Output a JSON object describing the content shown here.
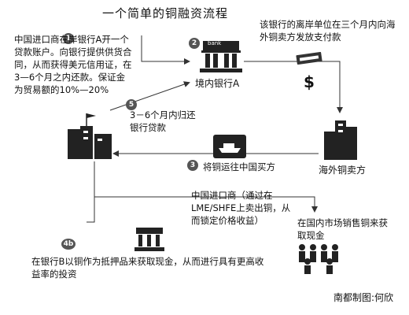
{
  "title": "一个简单的铜融资流程",
  "steps": {
    "s1": {
      "number": "1",
      "text": "中国进口商在岸银行A开一个贷款账户。向银行提供供货合同，从而获得美元信用证，在3—6个月之内还款。保证金为贸易额的10%—20%"
    },
    "s2": {
      "number": "2",
      "text": "该银行的离岸单位在三个月内向海外铜卖方发放支付款"
    },
    "s3": {
      "number": "3",
      "text": "将铜运往中国买方"
    },
    "s5": {
      "number": "5",
      "text": "3－6个月内归还银行贷款"
    },
    "s4b": {
      "number": "4b",
      "text": "在银行B以铜作为抵押品来获取现金，从而进行具有更高收益率的投资"
    },
    "s4a": {
      "text": "在国内市场销售铜来获取现金"
    },
    "lme": {
      "text": "中国进口商（通过在LME/SHFE上卖出铜，从而锁定价格收益）"
    }
  },
  "labels": {
    "bank_a": "境内银行A",
    "bank_sign": "bank",
    "seller": "海外铜卖方",
    "dollar": "$"
  },
  "credit": "南都制图:何欣"
}
